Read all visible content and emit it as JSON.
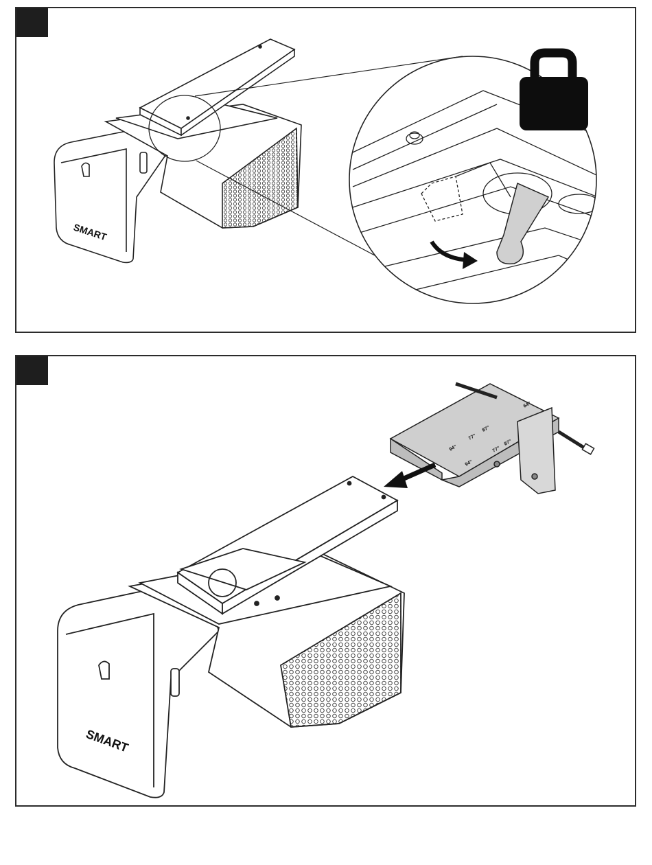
{
  "panels": [
    {
      "step_marker": "",
      "logo_text": "SMART",
      "callout": "zoom-detail",
      "icon": "lock-icon"
    },
    {
      "step_marker": "",
      "logo_text": "SMART",
      "bracket_marks": [
        "64\"",
        "87\"",
        "77\"",
        "94\"",
        "77\"",
        "87\"",
        "94\""
      ],
      "icon": "arrow-left-icon"
    }
  ],
  "colors": {
    "border": "#2b2b2b",
    "marker": "#1e1e1e",
    "line": "#222222",
    "bracket_fill": "#c9c9c9",
    "grille": "#3a3a3a",
    "lock": "#0d0d0d"
  }
}
